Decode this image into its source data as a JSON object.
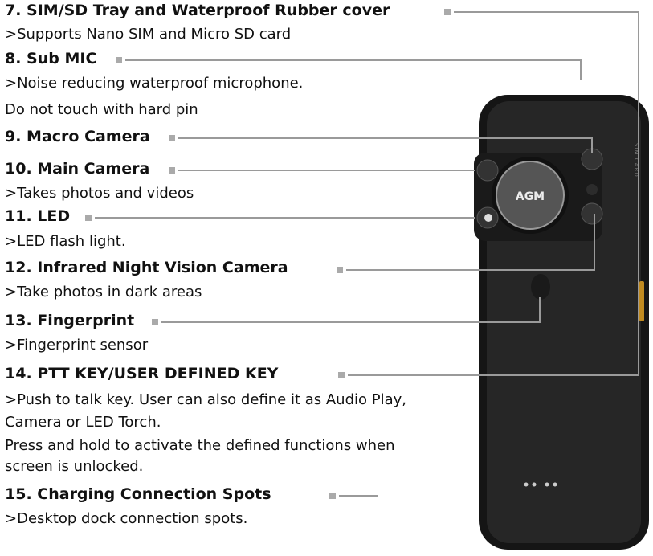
{
  "items": [
    {
      "title": "7. SIM/SD Tray and Waterproof Rubber cover",
      "desc": [
        ">Supports Nano SIM and Micro SD card"
      ]
    },
    {
      "title": "8. Sub MIC",
      "desc": [
        ">Noise reducing waterproof microphone.",
        "Do not touch with hard pin"
      ]
    },
    {
      "title": "9. Macro Camera",
      "desc": []
    },
    {
      "title": "10. Main Camera",
      "desc": [
        ">Takes photos and videos"
      ]
    },
    {
      "title": "11. LED",
      "desc": [
        ">LED flash light."
      ]
    },
    {
      "title": "12. Infrared Night Vision Camera",
      "desc": [
        ">Take photos in dark areas"
      ]
    },
    {
      "title": "13. Fingerprint",
      "desc": [
        ">Fingerprint sensor"
      ]
    },
    {
      "title": "14. PTT KEY/USER DEFINED KEY",
      "desc": [
        ">Push to talk key. User can also define it as Audio Play,",
        "Camera or LED Torch.",
        "Press and hold to activate the defined functions when",
        "screen is unlocked."
      ]
    },
    {
      "title": "15. Charging Connection Spots",
      "desc": [
        ">Desktop dock connection spots."
      ]
    }
  ],
  "phone": {
    "logo": "AGM",
    "side_label": "SIM CARD"
  },
  "colors": {
    "leader": "#9a9a9a",
    "body": "#1c1c1c",
    "accent": "#c08a20"
  }
}
